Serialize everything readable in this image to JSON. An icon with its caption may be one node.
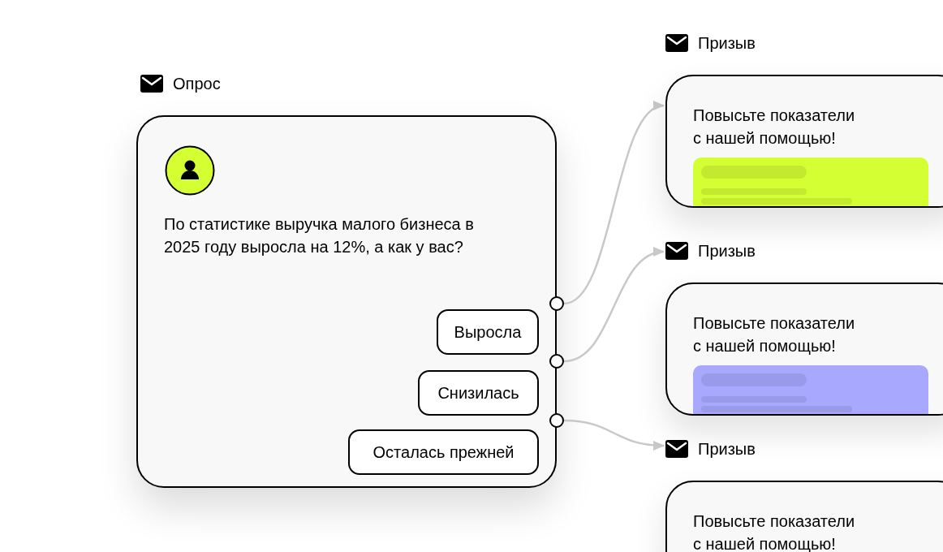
{
  "diagram": {
    "nodes": [
      {
        "text": [
          "Опрос",
          "По статистике выручка малого бизнеса в 2025 году выросла на 12%, а как у вас?"
        ]
      },
      {
        "text": [
          "Выросла"
        ],
        "in": 0
      },
      {
        "text": [
          "Снизилась"
        ],
        "in": 0
      },
      {
        "text": [
          "Осталась прежней"
        ],
        "in": 0
      },
      {
        "text": [],
        "shape": "circle"
      },
      {
        "text": [],
        "shape": "circle"
      },
      {
        "text": [],
        "shape": "circle"
      },
      {
        "text": [
          "Призыв",
          "Повысьте показатели с нашей помощью!"
        ]
      },
      {
        "text": [
          "Призыв",
          "Повысьте показатели с нашей помощью!"
        ]
      },
      {
        "text": [
          "Призыв",
          "Повысьте показатели с нашей помощью!"
        ]
      }
    ],
    "edges": [
      {
        "from": 4,
        "to": 7,
        "arrow": "to"
      },
      {
        "from": 5,
        "to": 8,
        "arrow": "to"
      },
      {
        "from": 6,
        "to": 9,
        "arrow": "to"
      }
    ]
  }
}
